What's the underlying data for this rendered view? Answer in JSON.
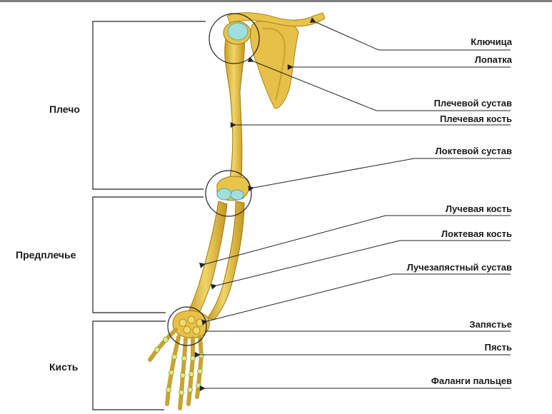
{
  "colors": {
    "bone": "#e8c44a",
    "bone_shade": "#b8901c",
    "bone_light": "#f4e08a",
    "cartilage": "#9fe0dc",
    "line": "#222222",
    "background": "#ffffff"
  },
  "sections": {
    "shoulder": "Плечо",
    "forearm": "Предплечье",
    "hand": "Кисть"
  },
  "labels": [
    {
      "id": "clavicle",
      "text": "Ключица"
    },
    {
      "id": "scapula",
      "text": "Лопатка"
    },
    {
      "id": "shoulder_joint",
      "text": "Плечевой сустав"
    },
    {
      "id": "humerus",
      "text": "Плечевая кость"
    },
    {
      "id": "elbow_joint",
      "text": "Локтевой сустав"
    },
    {
      "id": "radius",
      "text": "Лучевая кость"
    },
    {
      "id": "ulna",
      "text": "Локтевая кость"
    },
    {
      "id": "wrist_joint",
      "text": "Лучезапястный сустав"
    },
    {
      "id": "carpus",
      "text": "Запястье"
    },
    {
      "id": "metacarpus",
      "text": "Пясть"
    },
    {
      "id": "phalanges",
      "text": "Фаланги пальцев"
    }
  ]
}
